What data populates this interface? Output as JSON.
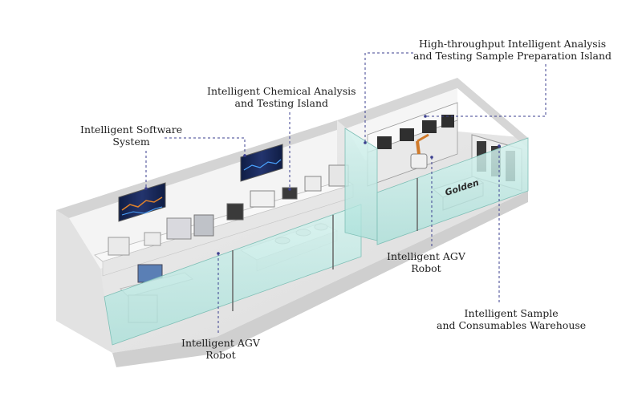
{
  "labels": {
    "high_throughput": {
      "line1": "High-throughput Intelligent Analysis",
      "line2": "and Testing Sample Preparation Island"
    },
    "chemical_island": {
      "line1": "Intelligent Chemical Analysis",
      "line2": "and Testing Island"
    },
    "software_system": {
      "line1": "Intelligent Software",
      "line2": "System"
    },
    "agv_robot_right": {
      "line1": "Intelligent AGV",
      "line2": "Robot"
    },
    "warehouse": {
      "line1": "Intelligent Sample",
      "line2": "and Consumables Warehouse"
    },
    "agv_robot_left": {
      "line1": "Intelligent AGV",
      "line2": "Robot"
    }
  },
  "logo_text": "Golden",
  "colors": {
    "leader": "#3b3f8f",
    "glass": "#bfe9e4",
    "wall": "#f2f2f2",
    "screen": "#1a2a5a"
  }
}
